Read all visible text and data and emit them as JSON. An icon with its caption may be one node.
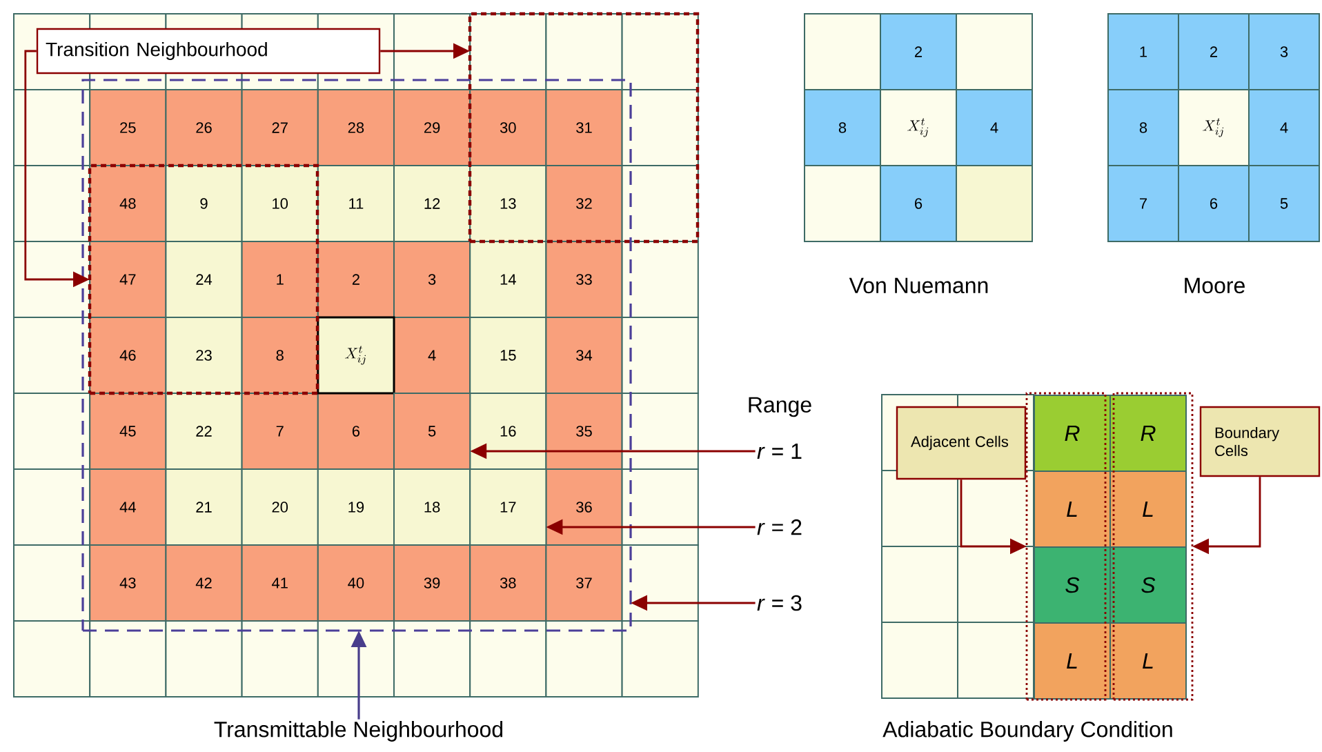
{
  "diagram": {
    "nodes": [
      {
        "text": [
          "Transition Neighbourhood"
        ]
      },
      {
        "text": [],
        "shape": "box"
      },
      {
        "text": [],
        "shape": "box",
        "in": 3
      },
      {
        "text": [],
        "shape": "box"
      },
      {
        "text": [
          "Transmittable Neighbourhood"
        ]
      },
      {
        "text": [
          "*r* = 1"
        ]
      },
      {
        "text": [
          "*r* = 2"
        ]
      },
      {
        "text": [
          "*r* = 3"
        ]
      },
      {
        "text": [
          "Adjacent Cells"
        ]
      },
      {
        "text": [
          "Boundary Cells"
        ]
      },
      {
        "text": [],
        "shape": "box"
      },
      {
        "text": [],
        "shape": "box"
      },
      {
        "text": [
          "5"
        ],
        "in": 3
      },
      {
        "text": [
          "17"
        ],
        "in": 3
      }
    ],
    "edges": [
      {
        "from": 0,
        "to": 1,
        "arrow": "to"
      },
      {
        "from": 0,
        "to": 2,
        "arrow": "to"
      },
      {
        "from": 4,
        "to": 3,
        "arrow": "to",
        "color": "#483d8b"
      },
      {
        "from": 5,
        "to": 12,
        "arrow": "to"
      },
      {
        "from": 6,
        "to": 13,
        "arrow": "to"
      },
      {
        "from": 7,
        "to": 3,
        "arrow": "to"
      },
      {
        "from": 8,
        "to": 10,
        "arrow": "to"
      },
      {
        "from": 9,
        "to": 11,
        "arrow": "to"
      }
    ],
    "labels": [
      "25",
      "26",
      "27",
      "28",
      "29",
      "30",
      "31",
      "48",
      "9",
      "10",
      "11",
      "12",
      "13",
      "32",
      "47",
      "24",
      "1",
      "2",
      "3",
      "14",
      "33",
      "46",
      "23",
      "8",
      "X^{t}_{ij}",
      "4",
      "15",
      "34",
      "45",
      "22",
      "7",
      "6",
      "16",
      "35",
      "44",
      "21",
      "20",
      "19",
      "18",
      "36",
      "43",
      "42",
      "41",
      "40",
      "39",
      "38",
      "37",
      "Range",
      "2",
      "8",
      "X^{t}_{ij}",
      "4",
      "6",
      "Von Nuemann",
      "1",
      "2",
      "3",
      "8",
      "X^{t}_{ij}",
      "4",
      "7",
      "6",
      "5",
      "Moore",
      "R",
      "R",
      "L",
      "L",
      "S",
      "S",
      "L",
      "L",
      "Adiabatic Boundary Condition"
    ]
  }
}
